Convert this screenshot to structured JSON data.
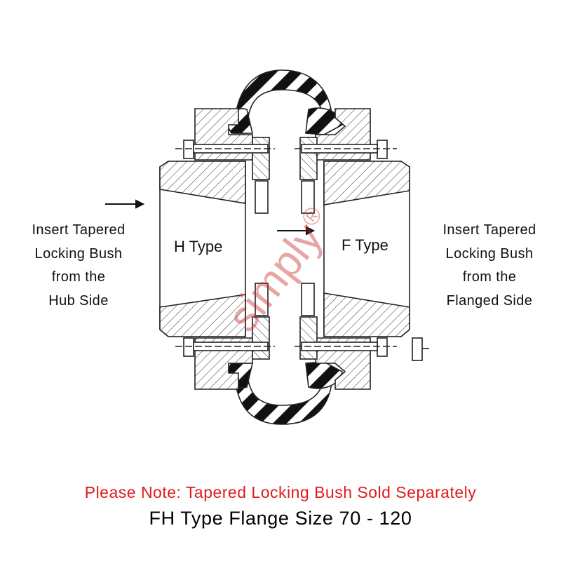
{
  "labels": {
    "left": [
      "Insert Tapered",
      "Locking Bush",
      "from the",
      "Hub Side"
    ],
    "right": [
      "Insert Tapered",
      "Locking Bush",
      "from the",
      "Flanged Side"
    ],
    "hub_left": "H Type",
    "hub_right": "F Type"
  },
  "watermark": {
    "text": "simply",
    "mark": "®"
  },
  "note": "Please Note: Tapered Locking Bush Sold Separately",
  "caption": "FH Type Flange Size 70 - 120",
  "colors": {
    "note": "#e01b1b",
    "watermark": "#c82828",
    "line": "#222222"
  }
}
